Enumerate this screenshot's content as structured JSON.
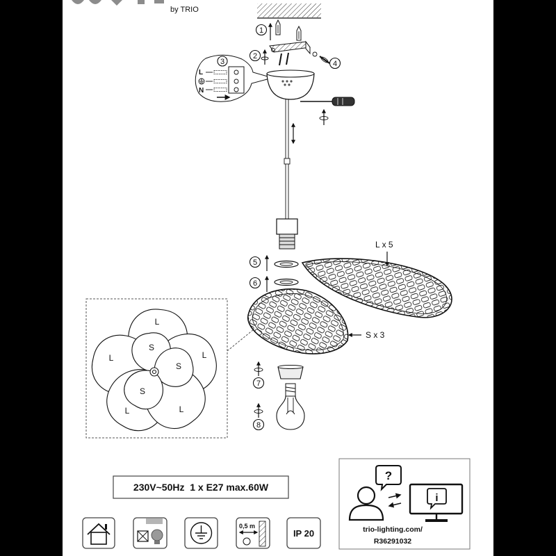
{
  "brand": {
    "tagline": "by TRIO"
  },
  "steps": [
    "1",
    "2",
    "3",
    "4",
    "5",
    "6",
    "7",
    "8"
  ],
  "wiring": {
    "live": "L",
    "neutral": "N"
  },
  "parts": {
    "large_leaf": "L x 5",
    "small_leaf": "S x 3"
  },
  "flower_labels": [
    "L",
    "S",
    "L",
    "S",
    "L",
    "S",
    "L",
    "L"
  ],
  "specs": {
    "rating": "230V~50Hz  1 x E27 max.60W"
  },
  "support": {
    "question": "?",
    "info": "i",
    "website": "trio-lighting.com/",
    "article_number": "R36291032"
  },
  "symbols": {
    "distance": "0,5 m",
    "ip_rating": "IP 20",
    "icons": [
      "indoor-use-icon",
      "no-bulb-type-icon",
      "earth-ground-icon",
      "minimum-distance-icon",
      "ip20-icon"
    ]
  },
  "colors": {
    "page": "#ffffff",
    "frame": "#000000",
    "ink": "#111111",
    "logo": "#8c8c8c"
  }
}
